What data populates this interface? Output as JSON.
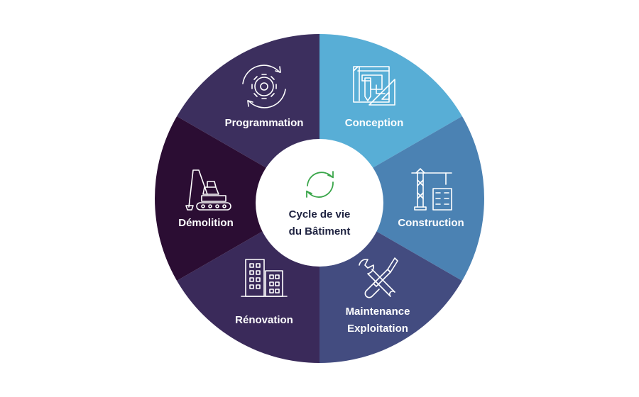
{
  "diagram": {
    "center": {
      "line1": "Cycle de vie",
      "line2": "du Bâtiment",
      "text_color": "#1e2240",
      "icon": "recycle-arrows-icon",
      "icon_color": "#3aa64a"
    },
    "segments": [
      {
        "id": "programmation",
        "lines": [
          "Programmation"
        ],
        "color": "#3c2f5e",
        "icon": "gear-cycle-icon"
      },
      {
        "id": "conception",
        "lines": [
          "Conception"
        ],
        "color": "#58aed6",
        "icon": "blueprint-icon"
      },
      {
        "id": "construction",
        "lines": [
          "Construction"
        ],
        "color": "#4b82b3",
        "icon": "crane-icon"
      },
      {
        "id": "maintenance",
        "lines": [
          "Maintenance",
          "Exploitation"
        ],
        "color": "#434c80",
        "icon": "tools-icon"
      },
      {
        "id": "renovation",
        "lines": [
          "Rénovation"
        ],
        "color": "#3a2a5a",
        "icon": "buildings-icon"
      },
      {
        "id": "demolition",
        "lines": [
          "Démolition"
        ],
        "color": "#2b0d33",
        "icon": "excavator-icon"
      }
    ]
  }
}
